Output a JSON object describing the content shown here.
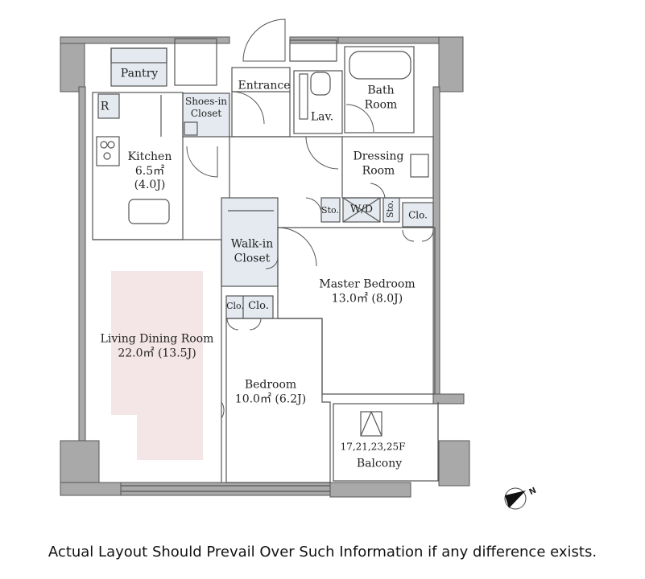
{
  "rooms": {
    "pantry": "Pantry",
    "refrigerator": "R",
    "shoes_in_closet": [
      "Shoes-in",
      "Closet"
    ],
    "entrance": "Entrance",
    "lav": "Lav.",
    "bath_room": [
      "Bath",
      "Room"
    ],
    "kitchen": [
      "Kitchen",
      "6.5㎡",
      "(4.0J)"
    ],
    "dressing_room": [
      "Dressing",
      "Room"
    ],
    "sto_left": "Sto.",
    "wd": "W/D",
    "sto_right": "Sto.",
    "clo_master": "Clo.",
    "walk_in_closet": [
      "Walk-in",
      "Closet"
    ],
    "clo_small": "Clo.",
    "clo_bedroom": "Clo.",
    "master_bedroom": [
      "Master Bedroom",
      "13.0㎡  (8.0J)"
    ],
    "living_dining": [
      "Living Dining Room",
      "22.0㎡  (13.5J)"
    ],
    "bedroom": [
      "Bedroom",
      "10.0㎡  (6.2J)"
    ],
    "balcony_floors": "17,21,23,25F",
    "balcony": "Balcony"
  },
  "compass": "N",
  "colors": {
    "wall": "#a9a9a9",
    "line": "#555555",
    "closet_fill": "#e4eaf0",
    "living_highlight": "#f4e6e6"
  },
  "disclaimer": "Actual Layout Should Prevail Over Such Information if any difference exists."
}
